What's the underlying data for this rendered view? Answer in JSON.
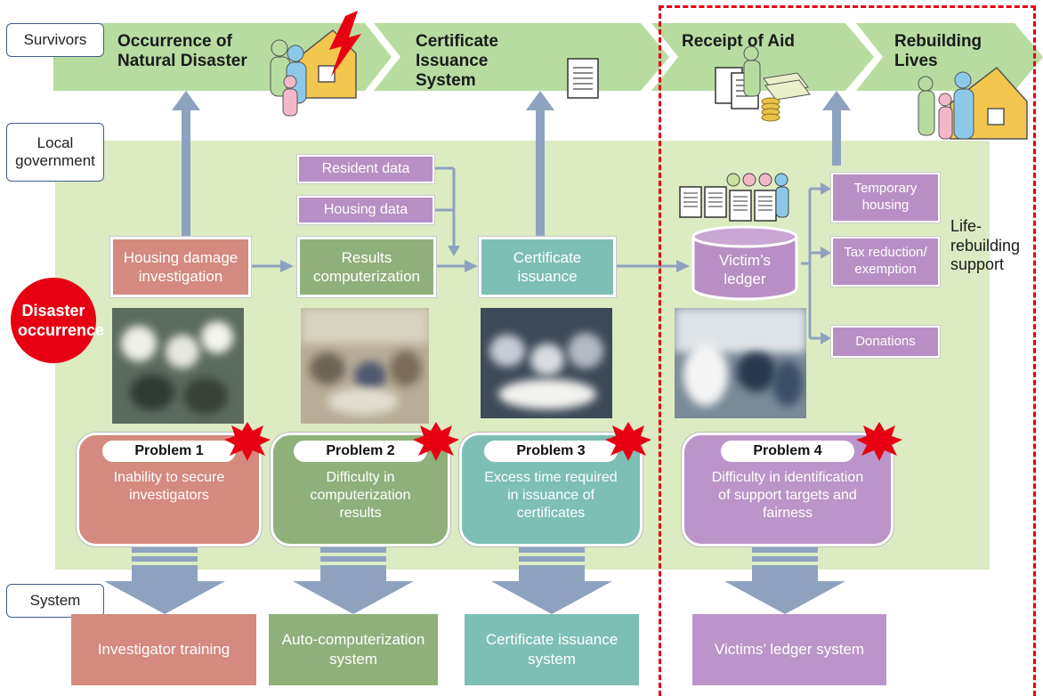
{
  "rows": {
    "survivors": "Survivors",
    "local_government": "Local government",
    "system": "System"
  },
  "chevrons": [
    {
      "title": "Occurrence of Natural Disaster"
    },
    {
      "title": "Certificate Issuance System"
    },
    {
      "title": "Receipt of Aid"
    },
    {
      "title": "Rebuilding Lives"
    }
  ],
  "disaster_badge": "Disaster occurrence",
  "steps": {
    "housing_damage": "Housing damage investigation",
    "results_computerization": "Results computerization",
    "certificate_issuance": "Certificate issuance",
    "victims_ledger": "Victim’s ledger"
  },
  "data_inputs": {
    "resident": "Resident data",
    "housing": "Housing data"
  },
  "support_items": [
    "Temporary housing",
    "Tax reduction/ exemption",
    "Donations"
  ],
  "life_rebuilding": "Life-rebuilding support",
  "problems": [
    {
      "label": "Problem 1",
      "text": "Inability to secure investigators",
      "color": "#d48a7e"
    },
    {
      "label": "Problem 2",
      "text": "Difficulty in computerization results",
      "color": "#8fb07a"
    },
    {
      "label": "Problem 3",
      "text": "Excess time required in issuance of certificates",
      "color": "#7dbfb5"
    },
    {
      "label": "Problem 4",
      "text": "Difficulty in identification of support targets and fairness",
      "color": "#bb95c9"
    }
  ],
  "systems": [
    {
      "text": "Investigator training",
      "color": "#d48a7e"
    },
    {
      "text": "Auto-computerization system",
      "color": "#8fb07a"
    },
    {
      "text": "Certificate issuance system",
      "color": "#7dbfb5"
    },
    {
      "text": "Victims’ ledger system",
      "color": "#bb95c9"
    }
  ],
  "colors": {
    "chevron_green": "#b8dca0",
    "panel_green": "#dcebc2",
    "arrow_blue": "#8ea2c0",
    "burst_red": "#e60012",
    "dashed_red": "#e60012"
  },
  "icons": [
    "house-icon",
    "family-icon",
    "lightning-icon",
    "document-icon",
    "money-icon",
    "ledger-database-icon",
    "burst-icon"
  ]
}
